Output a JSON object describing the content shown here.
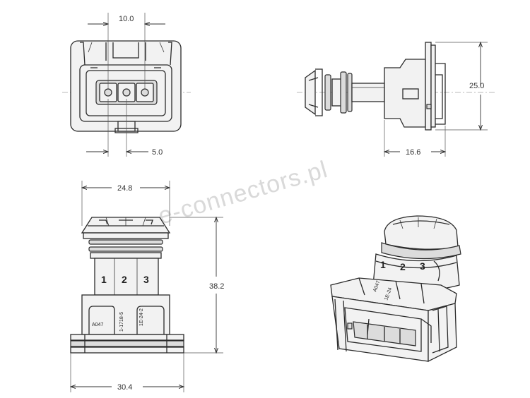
{
  "watermark": "e-connectors.pl",
  "dimensions": {
    "front_width": "10.0",
    "front_pitch": "5.0",
    "side_height": "25.0",
    "side_depth": "16.6",
    "top_width": "24.8",
    "body_height": "38.2",
    "base_width": "30.4"
  },
  "pin_labels": [
    "1",
    "2",
    "3"
  ],
  "iso_pin_labels": [
    "1",
    "2",
    "3"
  ],
  "markings": {
    "left": "A047",
    "middle": "1-1718-5",
    "right": "1E-24-2"
  },
  "iso_markings": {
    "a": "A047",
    "b": "1E-24"
  }
}
